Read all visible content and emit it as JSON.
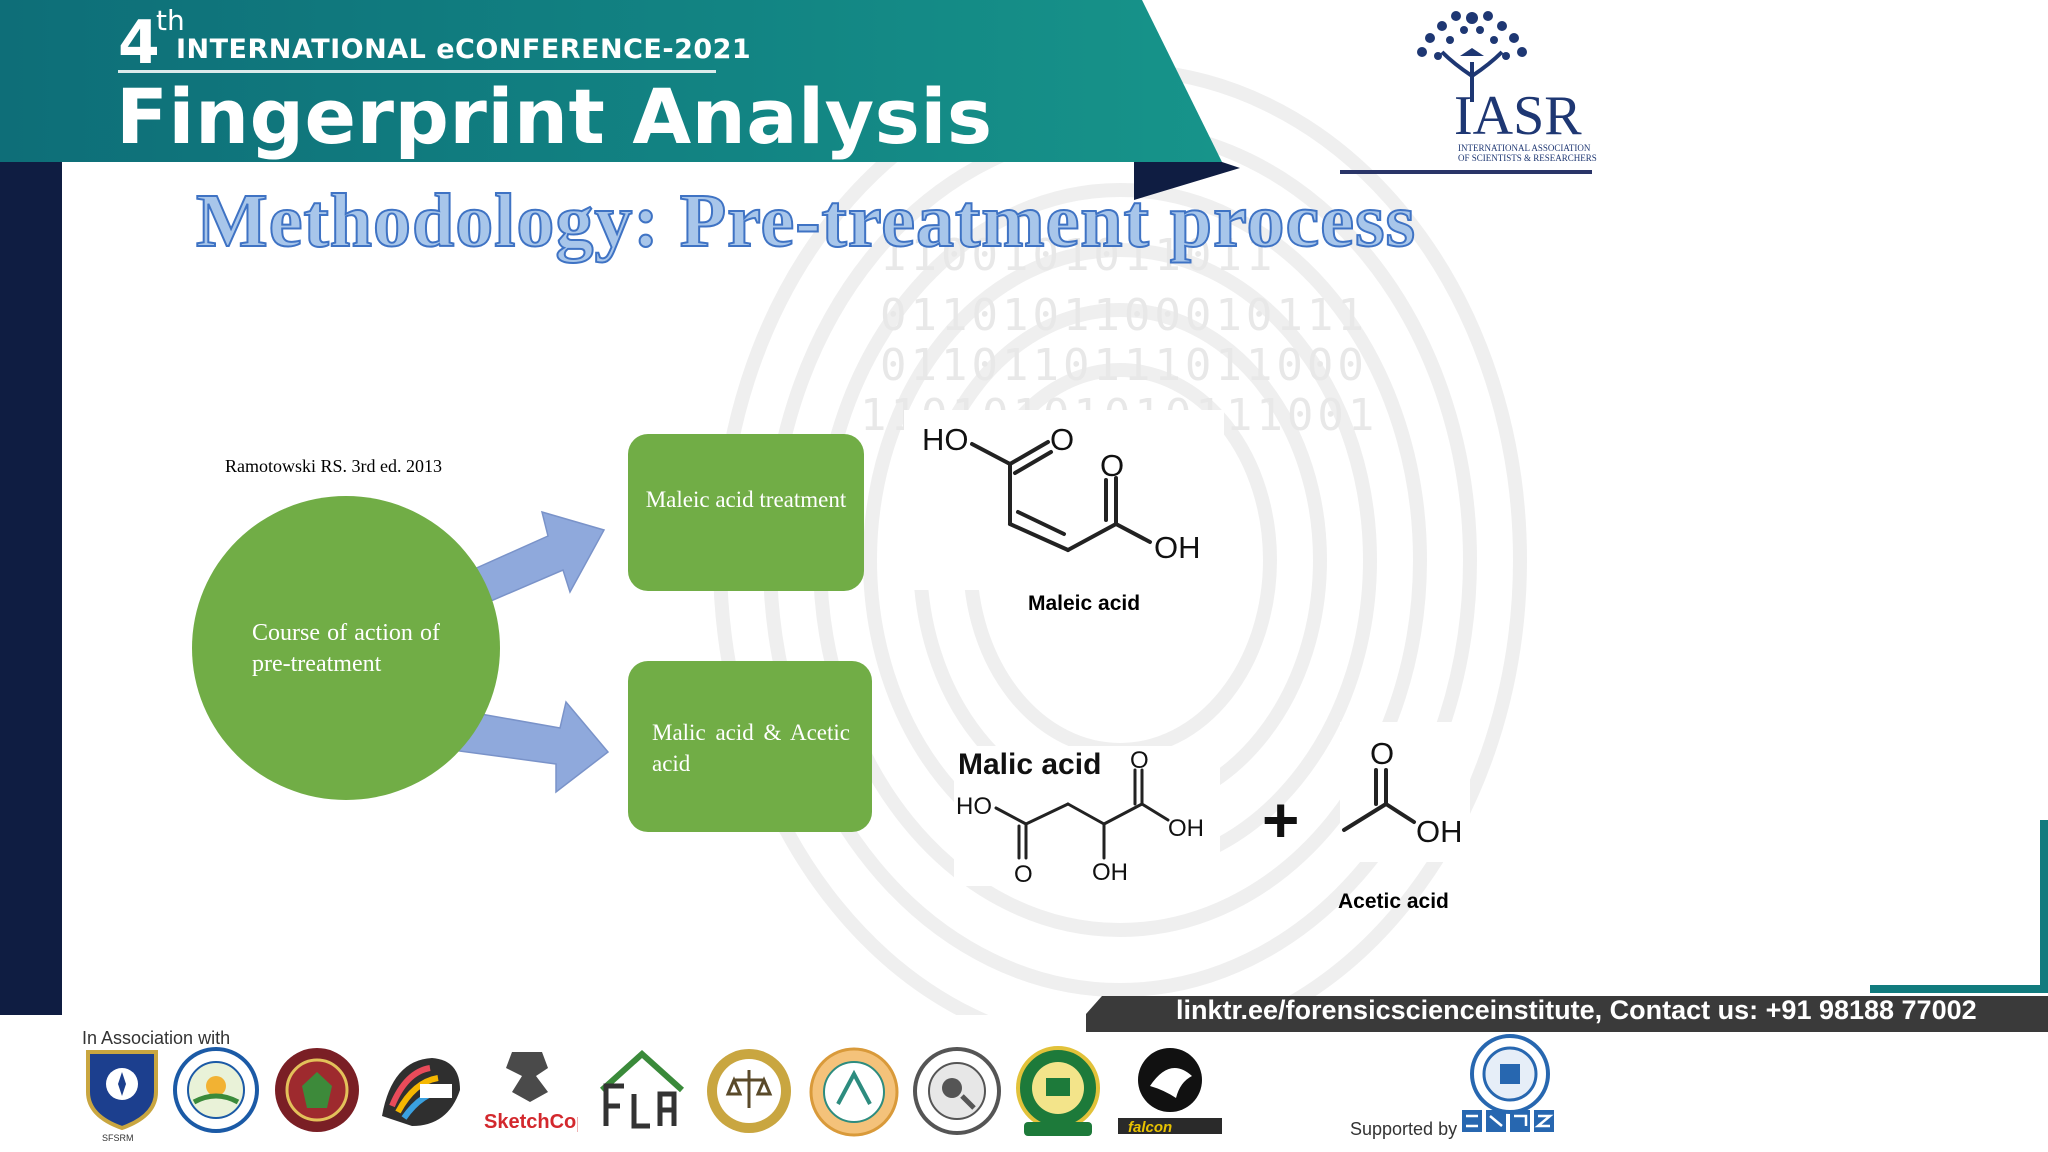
{
  "header": {
    "edition_number": "4",
    "edition_suffix": "th",
    "conference": "INTERNATIONAL eCONFERENCE-2021",
    "banner_title": "Fingerprint Analysis"
  },
  "logo": {
    "name": "IASR",
    "subtitle_line1": "INTERNATIONAL ASSOCIATION",
    "subtitle_line2": "OF SCIENTISTS & RESEARCHERS"
  },
  "slide": {
    "title": "Methodology: Pre-treatment process",
    "citation": "Ramotowski RS. 3rd ed. 2013"
  },
  "diagram": {
    "center_label": "Course of action of pre-treatment",
    "branch_top": "Maleic acid treatment",
    "branch_bottom": "Malic acid & Acetic acid"
  },
  "chemistry": {
    "maleic_caption": "Maleic acid",
    "malic_title": "Malic acid",
    "acetic_caption": "Acetic acid",
    "plus_sign": "+",
    "labels": {
      "ho": "HO",
      "oh": "OH",
      "o": "O"
    }
  },
  "footer": {
    "contact": "linktr.ee/forensicscienceinstitute,  Contact us: +91 98188 77002",
    "association_label": "In Association with",
    "sfsrm_label": "SFSRM",
    "supported_by_label": "Supported by",
    "partner_logos": [
      "sfsrm-logo",
      "university-seal-logo",
      "university-of-philippines-logo",
      "clue4evidence-logo",
      "sketchcop-logo",
      "flab-logo",
      "forensic-seal-logo",
      "ifa-logo",
      "forensic-association-logo",
      "green-seal-logo",
      "raptor-logo",
      "falcon-bureau-logo"
    ],
    "partner_wordmarks": {
      "sketchcop": "SketchCop",
      "falcon": "falcon"
    }
  },
  "colors": {
    "banner_teal": "#117b7e",
    "navy": "#0f1d42",
    "box_green": "#71ad46",
    "arrow_blue": "#8fa9dc",
    "title_blue": "#3f73c4"
  }
}
